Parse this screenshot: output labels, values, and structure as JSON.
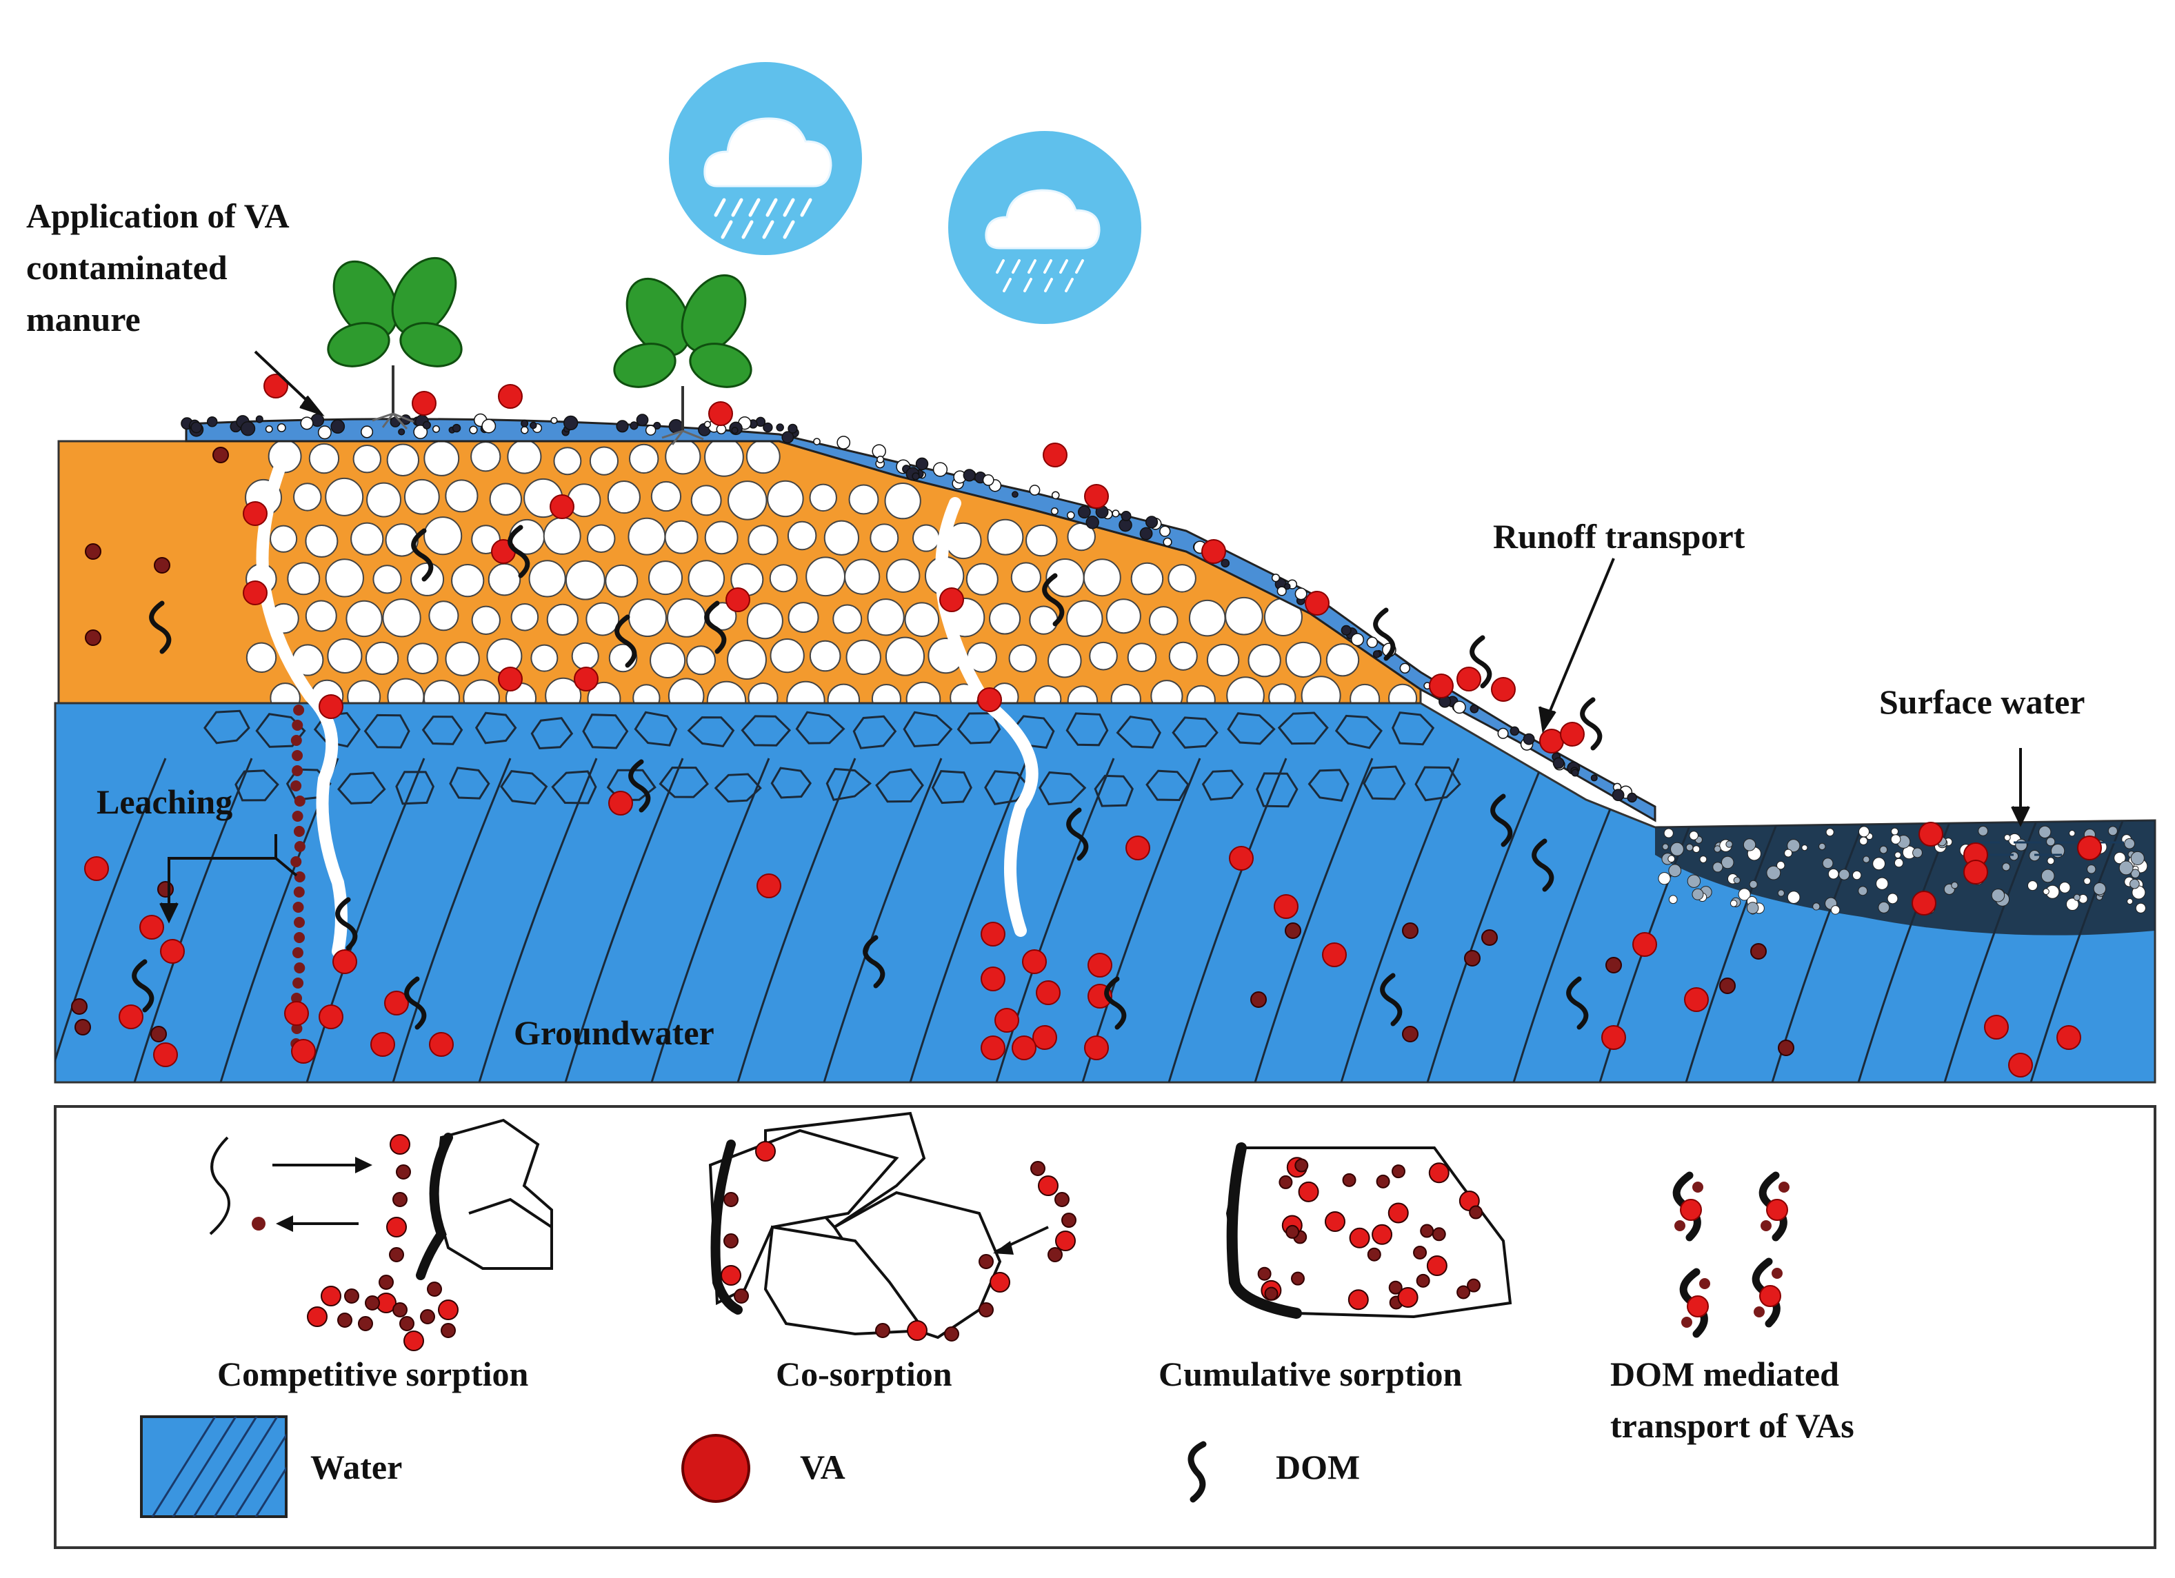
{
  "labels": {
    "application_line1": "Application of VA",
    "application_line2": "contaminated",
    "application_line3": "manure",
    "runoff": "Runoff transport",
    "surface_water": "Surface water",
    "leaching": "Leaching",
    "groundwater": "Groundwater"
  },
  "legend": {
    "competitive": "Competitive sorption",
    "cosorption": "Co-sorption",
    "cumulative": "Cumulative sorption",
    "dom_mediated_line1": "DOM mediated",
    "dom_mediated_line2": "transport of VAs",
    "water": "Water",
    "va": "VA",
    "dom": "DOM"
  },
  "colors": {
    "soil": "#F39A2E",
    "water": "#3A95E0",
    "va": "#E31B1B",
    "va_dark": "#7A1A1A",
    "dom": "#111111",
    "cloud_circle": "#5FC0EC",
    "leaf": "#2E9B2E"
  },
  "icons": [
    "rain-cloud-icon",
    "plant-icon",
    "va-particle-icon",
    "dom-icon",
    "water-swatch-icon"
  ]
}
